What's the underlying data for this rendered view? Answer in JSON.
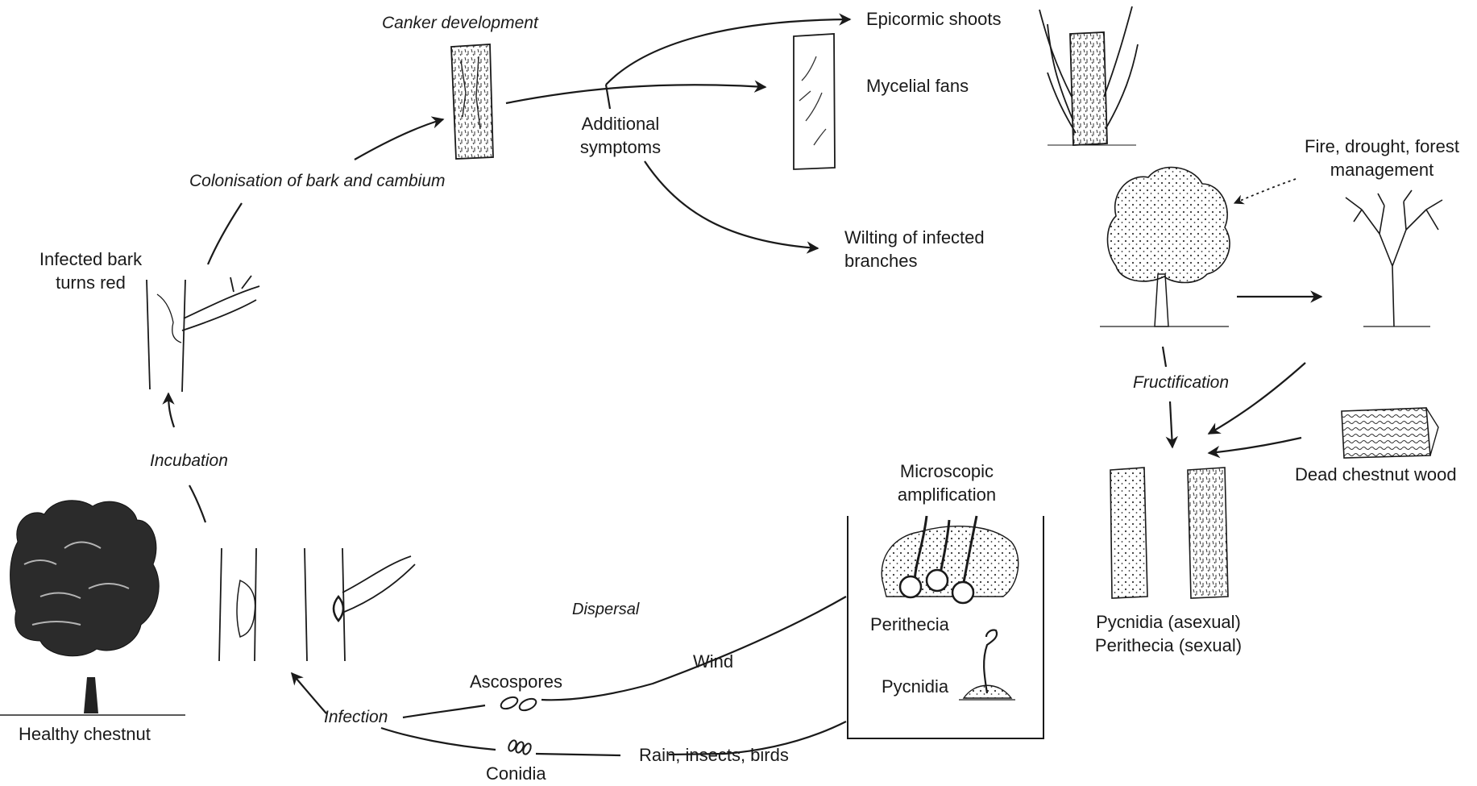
{
  "labels": {
    "canker_development": "Canker development",
    "epicormic_shoots": "Epicormic shoots",
    "mycelial_fans": "Mycelial fans",
    "additional_symptoms_1": "Additional",
    "additional_symptoms_2": "symptoms",
    "wilting_1": "Wilting of infected",
    "wilting_2": "branches",
    "colonisation": "Colonisation of bark and cambium",
    "infected_bark_1": "Infected bark",
    "infected_bark_2": "turns red",
    "fire_1": "Fire, drought, forest",
    "fire_2": "management",
    "fructification": "Fructification",
    "incubation": "Incubation",
    "microscopic_1": "Microscopic",
    "microscopic_2": "amplification",
    "dead_wood": "Dead chestnut wood",
    "dispersal": "Dispersal",
    "perithecia": "Perithecia",
    "pycnidia": "Pycnidia",
    "pycnidia_asexual": "Pycnidia (asexual)",
    "perithecia_sexual": "Perithecia (sexual)",
    "wind": "Wind",
    "ascospores": "Ascospores",
    "infection": "Infection",
    "healthy_chestnut": "Healthy chestnut",
    "rain": "Rain, insects, birds",
    "conidia": "Conidia"
  },
  "colors": {
    "ink": "#1a1a1a",
    "background": "#ffffff",
    "foliage": "#2b2b2b"
  }
}
